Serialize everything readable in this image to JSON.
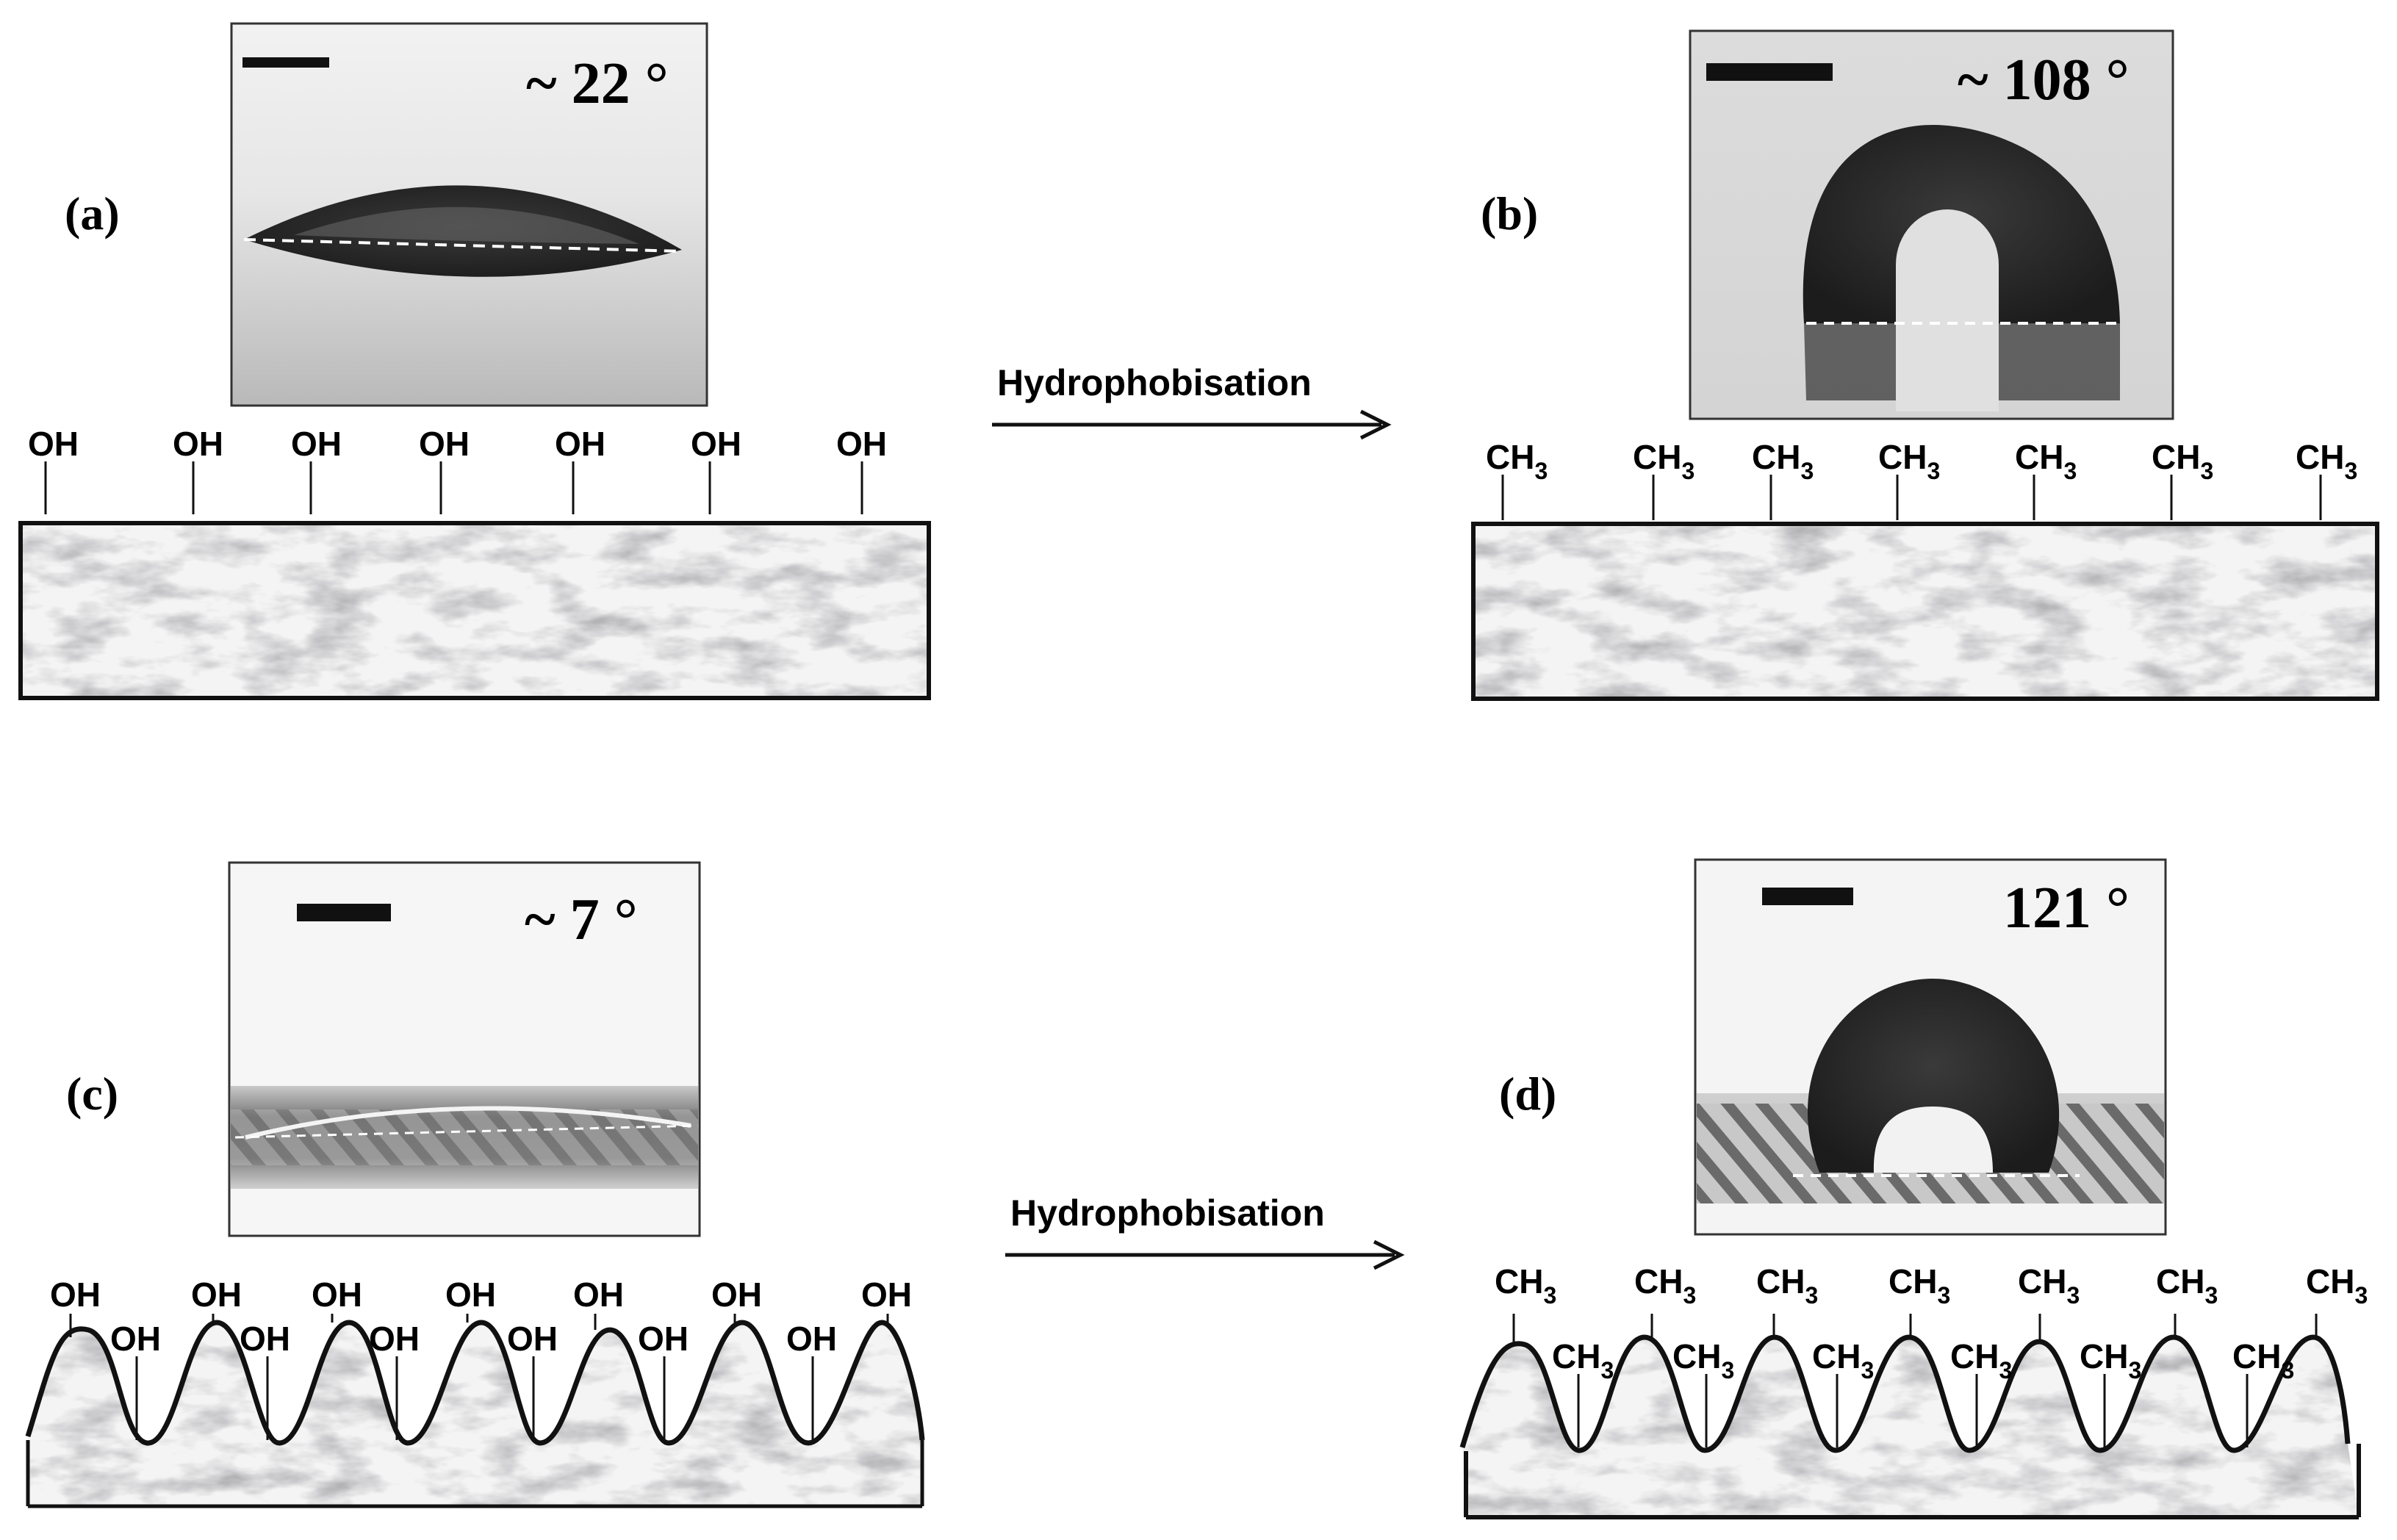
{
  "panels": [
    {
      "label": "(a)",
      "angle": "~ 22 °",
      "group": "OH",
      "sub": ""
    },
    {
      "label": "(b)",
      "angle": "~ 108 °",
      "group": "CH",
      "sub": "3"
    },
    {
      "label": "(c)",
      "angle": "~ 7 °",
      "group": "OH",
      "sub": ""
    },
    {
      "label": "(d)",
      "angle": "121 °",
      "group": "CH",
      "sub": "3"
    }
  ],
  "arrows": [
    {
      "label": "Hydrophobisation"
    },
    {
      "label": "Hydrophobisation"
    }
  ]
}
